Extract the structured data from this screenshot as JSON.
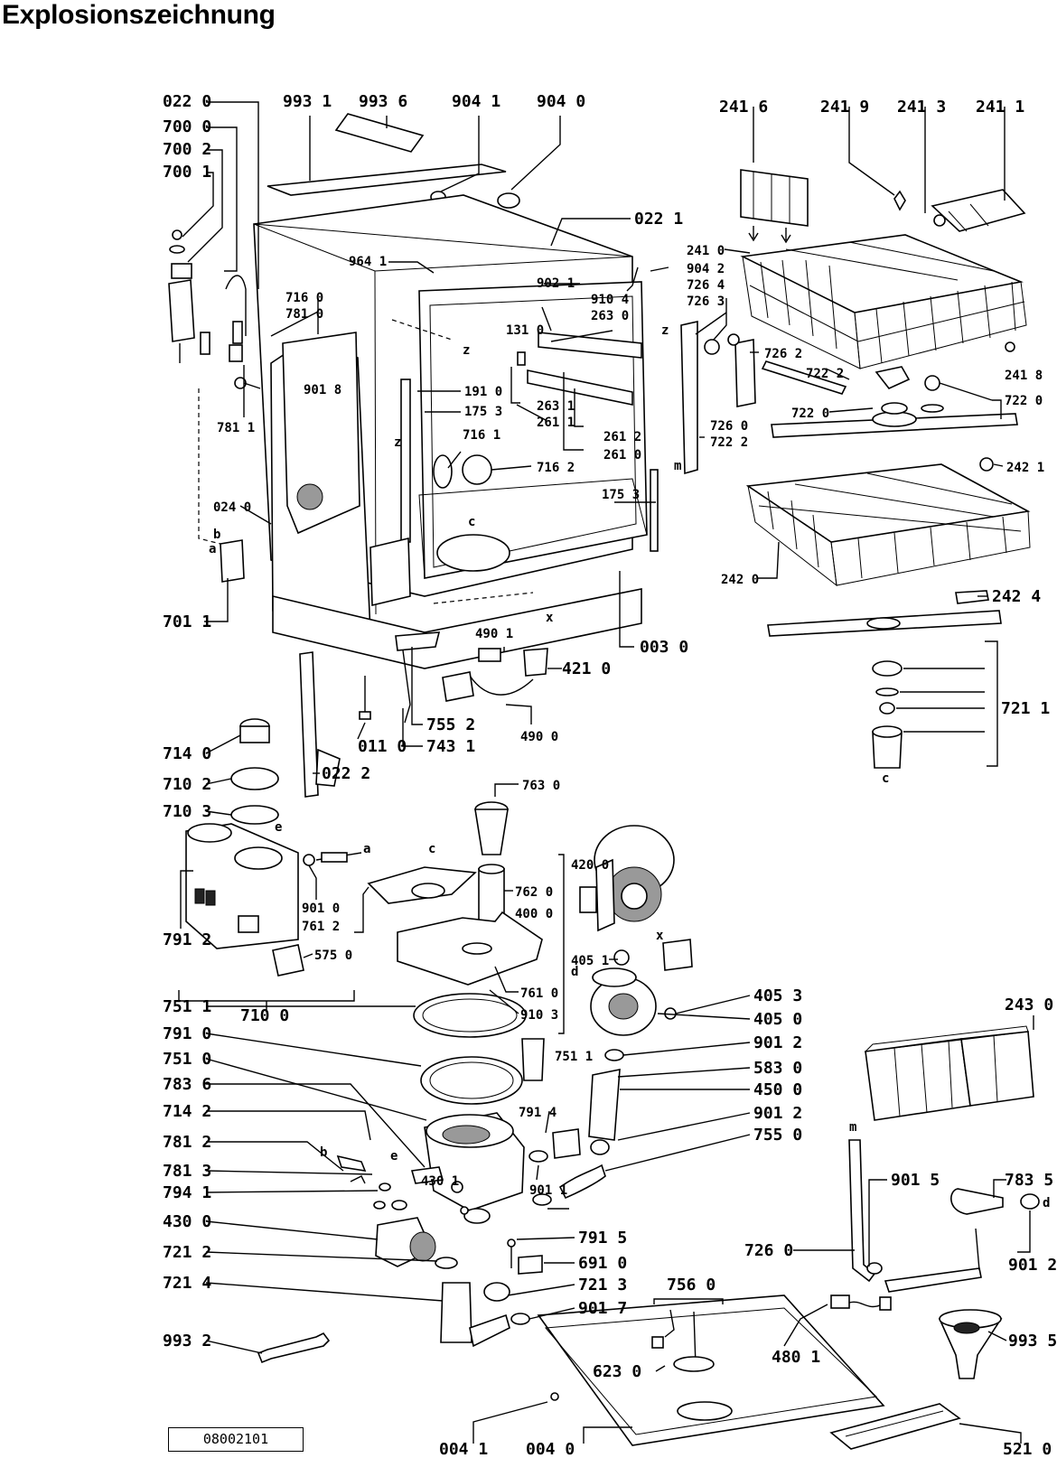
{
  "title": "Explosionszeichnung",
  "doc_number": "08002101",
  "labels": {
    "l0220": "022 0",
    "l7000": "700 0",
    "l7002": "700 2",
    "l7001": "700 1",
    "l9931": "993 1",
    "l9936": "993 6",
    "l9041": "904 1",
    "l9040": "904 0",
    "l0221": "022 1",
    "l9641": "964 1",
    "l9021": "902 1",
    "l9104": "910 4",
    "l2630": "263 0",
    "l1310": "131 0",
    "l7160": "716 0",
    "l7810": "781 0",
    "l9018": "901 8",
    "l7811": "781 1",
    "l1910": "191 0",
    "l1753a": "175 3",
    "l2631": "263 1",
    "l2611": "261 1",
    "l7161": "716 1",
    "l2612": "261 2",
    "l2610": "261 0",
    "l7162": "716 2",
    "l1753b": "175 3",
    "l0240": "024 0",
    "l7011": "701 1",
    "l0030": "003 0",
    "l4901": "490 1",
    "l4210": "421 0",
    "l7552": "755 2",
    "l7431": "743 1",
    "l4900": "490 0",
    "l0110": "011 0",
    "l0222": "022 2",
    "l2416": "241 6",
    "l2419": "241 9",
    "l2413": "241 3",
    "l2411": "241 1",
    "l2410": "241 0",
    "l9042": "904 2",
    "l7264": "726 4",
    "l7263": "726 3",
    "l7262": "726 2",
    "l7222": "722 2",
    "l2418": "241 8",
    "l7220a": "722 0",
    "l7220b": "722 0",
    "l7260": "726 0",
    "l7222b": "722 2",
    "l2421": "242 1",
    "l2420": "242 0",
    "l2424": "242 4",
    "l7211": "721 1",
    "l7140": "714 0",
    "l7102": "710 2",
    "l7103": "710 3",
    "l9010": "901 0",
    "l7612": "761 2",
    "l7912": "791 2",
    "l5750": "575 0",
    "l7100": "710 0",
    "l7630": "763 0",
    "l7620": "762 0",
    "l4200": "420 0",
    "l4000": "400 0",
    "l4051": "405 1",
    "l7610": "761 0",
    "l9103": "910 3",
    "l4053": "405 3",
    "l4050": "405 0",
    "l9012a": "901 2",
    "l7511a": "751 1",
    "l7511b": "751 1",
    "l7910": "791 0",
    "l7510": "751 0",
    "l5830": "583 0",
    "l4500": "450 0",
    "l7836": "783 6",
    "l7914": "791 4",
    "l9012b": "901 2",
    "l7142": "714 2",
    "l7550": "755 0",
    "l7812": "781 2",
    "l7813": "781 3",
    "l7941": "794 1",
    "l4301": "430 1",
    "l9011": "901 1",
    "l4300": "430 0",
    "l7915": "791 5",
    "l6910": "691 0",
    "l7212": "721 2",
    "l7213": "721 3",
    "l7214": "721 4",
    "l9017": "901 7",
    "l9932": "993 2",
    "l7560": "756 0",
    "l6230": "623 0",
    "l4801": "480 1",
    "l0041": "004 1",
    "l0040": "004 0",
    "l2430": "243 0",
    "l9015": "901 5",
    "l7835": "783 5",
    "l7260b": "726 0",
    "l9012c": "901 2",
    "l9935": "993 5",
    "l5210": "521 0"
  },
  "markers": {
    "a1": "a",
    "b1": "b",
    "z1": "z",
    "z2": "z",
    "z3": "z",
    "c1": "c",
    "x1": "x",
    "m1": "m",
    "c2": "c",
    "c3": "c",
    "e1": "e",
    "a2": "a",
    "d1": "d",
    "x2": "x",
    "b2": "b",
    "e2": "e",
    "m2": "m",
    "d2": "d"
  }
}
